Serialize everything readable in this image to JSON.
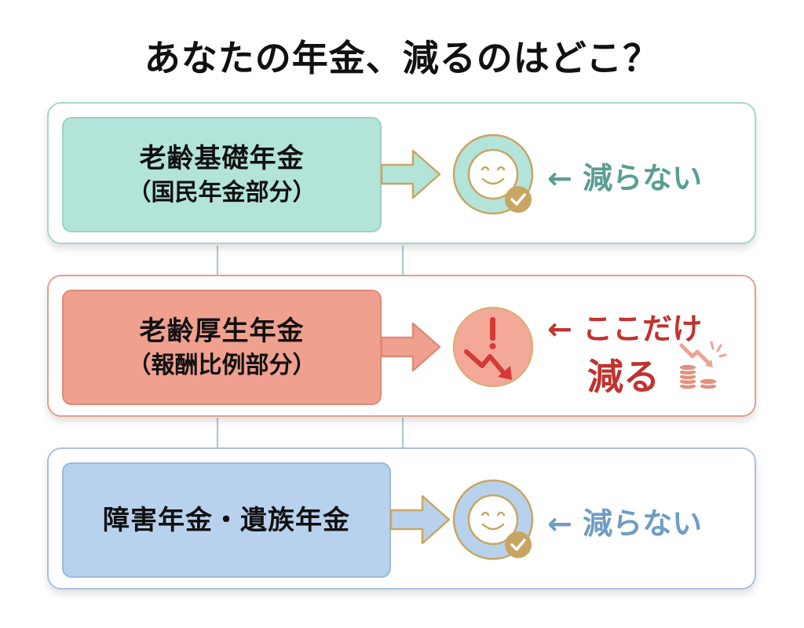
{
  "title": "あなたの年金、減るのはどこ？",
  "colors": {
    "teal_fill": "#b3e4da",
    "teal_border": "#9fcfc6",
    "teal_text": "#5a9e92",
    "red_fill": "#f0a08e",
    "red_border": "#df8a78",
    "red_text": "#c0332e",
    "blue_fill": "#b8d2ee",
    "blue_border": "#9bb9d8",
    "blue_text": "#6f9cc4",
    "gold": "#c9a563"
  },
  "rows": [
    {
      "label_main": "老齢基礎年金",
      "label_sub": "（国民年金部分）",
      "icon": "smile-check-icon",
      "status": "← 減らない"
    },
    {
      "label_main": "老齢厚生年金",
      "label_sub": "（報酬比例部分）",
      "icon": "warning-downtrend-icon",
      "status_line1": "← ここだけ",
      "status_line2": "減る",
      "extra_icon": "coins-decrease-icon"
    },
    {
      "label_main": "障害年金・遺族年金",
      "icon": "smile-check-icon",
      "status": "← 減らない"
    }
  ]
}
